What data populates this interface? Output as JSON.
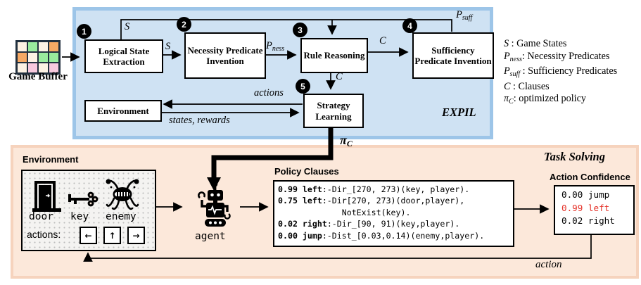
{
  "figure": {
    "expil_label": "EXPIL",
    "task_label": "Task Solving"
  },
  "colors": {
    "blue_fill": "#cfe2f3",
    "blue_border": "#9dc5e8",
    "orange_fill": "#fce8da",
    "orange_border": "#f6d3bd",
    "highlight_red": "#e5332a"
  },
  "game_buffer": {
    "label": "Game Buffer",
    "cells": [
      "#fdf2e4",
      "#9aeb9d",
      "#fdf2e4",
      "#f6a964",
      "#f6a964",
      "#fdf2e4",
      "#9aeb9d",
      "#9aeb9d",
      "#fdf2e4",
      "#f8c9de",
      "#fdf2e4",
      "#f8c9de"
    ]
  },
  "expil": {
    "boxes": [
      {
        "num": "1",
        "label": "Logical State Extraction"
      },
      {
        "num": "2",
        "label": "Necessity Predicate Invention"
      },
      {
        "num": "3",
        "label": "Rule Reasoning"
      },
      {
        "num": "4",
        "label": "Sufficiency Predicate Invention"
      },
      {
        "num": "5",
        "label": "Strategy Learning"
      }
    ],
    "env_label": "Environment",
    "edge_labels": {
      "s_top": "S",
      "s_12": "S",
      "p_ness": {
        "sym": "P",
        "sub": "ness"
      },
      "p_suff": {
        "sym": "P",
        "sub": "suff"
      },
      "c_34": "C",
      "c_35": "C",
      "actions": "actions",
      "states_rewards": "states, rewards",
      "pi": {
        "sym": "π",
        "sub": "C"
      }
    }
  },
  "legend": {
    "items": [
      {
        "sym": "S",
        "sub": "",
        "text": " : Game States"
      },
      {
        "sym": "P",
        "sub": "ness",
        "text": ": Necessity Predicates"
      },
      {
        "sym": "P",
        "sub": "suff",
        "text": " : Sufficiency Predicates"
      },
      {
        "sym": "C",
        "sub": "",
        "text": " : Clauses"
      },
      {
        "sym": "π",
        "sub": "C",
        "text": ": optimized policy"
      }
    ]
  },
  "task": {
    "environment": {
      "title": "Environment",
      "objects": [
        {
          "name": "door",
          "icon": "door-icon"
        },
        {
          "name": "key",
          "icon": "key-icon"
        },
        {
          "name": "enemy",
          "icon": "enemy-icon"
        }
      ],
      "actions_label": "actions:",
      "action_buttons": [
        "←",
        "↑",
        "→"
      ]
    },
    "agent_label": "agent",
    "policy": {
      "title": "Policy Clauses",
      "clauses": [
        {
          "head": "0.99 left",
          "body": ":-Dir_[270, 273)(key, player)."
        },
        {
          "head": "0.75 left",
          "body": ":-Dir[270, 273)(door,player),",
          "cont": "             NotExist(key)."
        },
        {
          "head": "0.02 right",
          "body": ":-Dir_[90, 91)(key,player)."
        },
        {
          "head": "0.00 jump",
          "body": ":-Dist_[0.03,0.14)(enemy,player)."
        }
      ]
    },
    "confidence": {
      "title": "Action Confidence",
      "rows": [
        {
          "value": "0.00",
          "action": "jump",
          "highlight": false
        },
        {
          "value": "0.99",
          "action": "left",
          "highlight": true
        },
        {
          "value": "0.02",
          "action": "right",
          "highlight": false
        }
      ]
    },
    "action_label": "action"
  }
}
